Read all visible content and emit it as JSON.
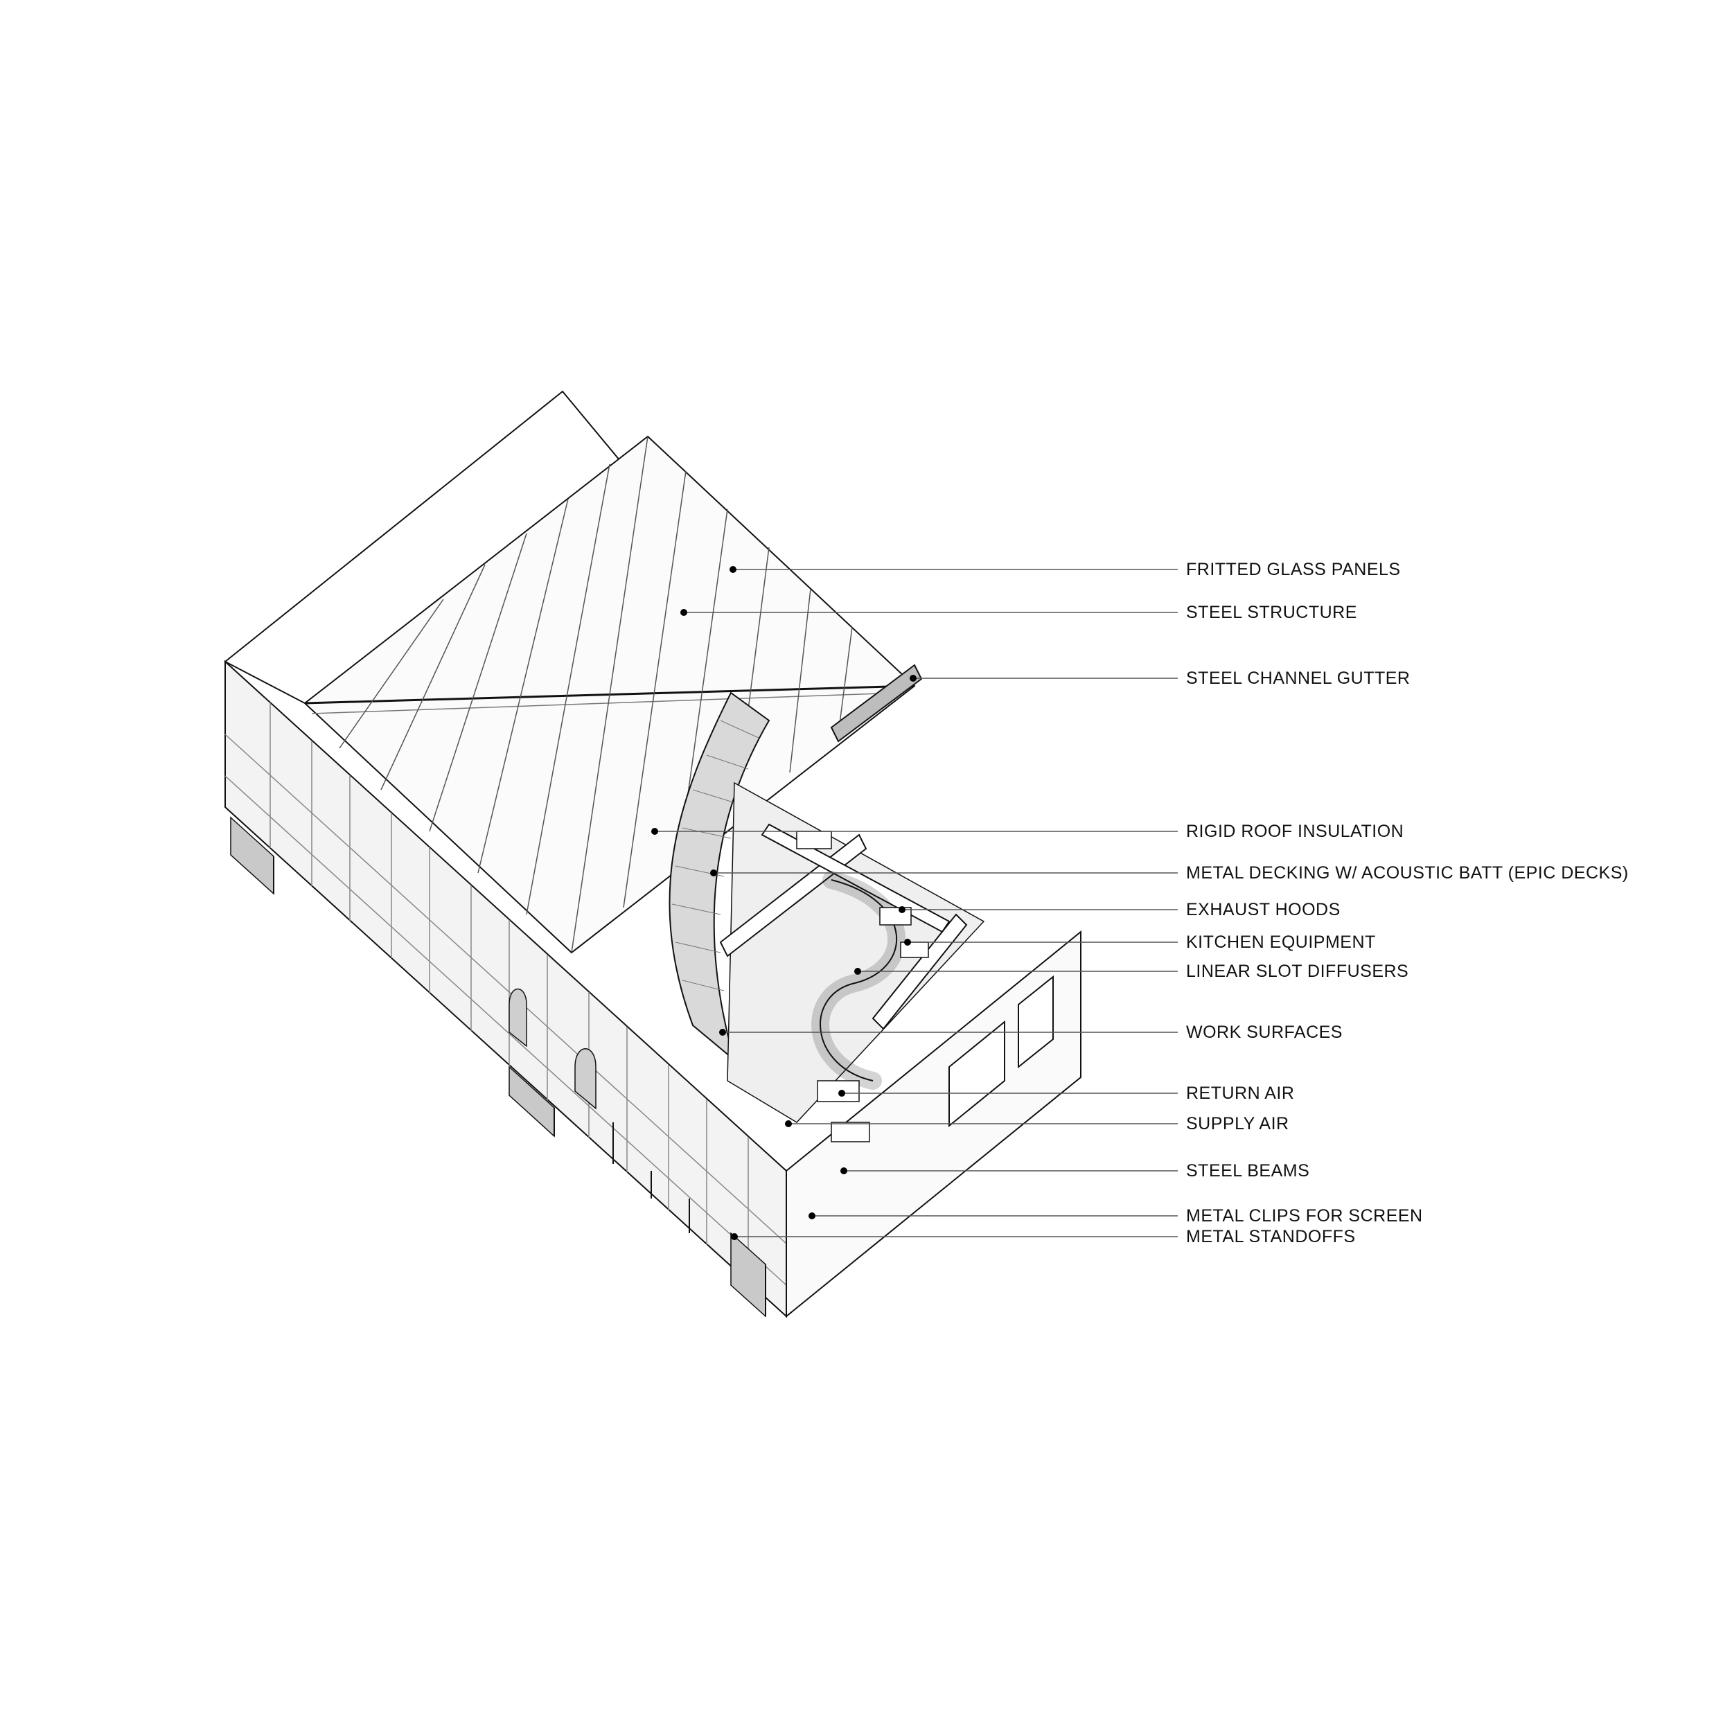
{
  "callouts": [
    {
      "id": "fritted-glass-panels",
      "label": "FRITTED GLASS PANELS"
    },
    {
      "id": "steel-structure",
      "label": "STEEL STRUCTURE"
    },
    {
      "id": "steel-channel-gutter",
      "label": "STEEL CHANNEL GUTTER"
    },
    {
      "id": "rigid-roof-insulation",
      "label": "RIGID ROOF INSULATION"
    },
    {
      "id": "metal-decking",
      "label": "METAL DECKING  W/ ACOUSTIC BATT (EPIC DECKS)"
    },
    {
      "id": "exhaust-hoods",
      "label": "EXHAUST HOODS"
    },
    {
      "id": "kitchen-equipment",
      "label": "KITCHEN EQUIPMENT"
    },
    {
      "id": "linear-slot-diffusers",
      "label": "LINEAR SLOT DIFFUSERS"
    },
    {
      "id": "work-surfaces",
      "label": "WORK SURFACES"
    },
    {
      "id": "return-air",
      "label": "RETURN AIR"
    },
    {
      "id": "supply-air",
      "label": "SUPPLY AIR"
    },
    {
      "id": "steel-beams",
      "label": "STEEL BEAMS"
    },
    {
      "id": "metal-clips-for-screen",
      "label": "METAL CLIPS FOR SCREEN"
    },
    {
      "id": "metal-standoffs",
      "label": "METAL STANDOFFS"
    }
  ],
  "colors": {
    "line": "#111111",
    "leader": "#555555",
    "glass_shade": "#e6e6e6",
    "shadow": "#bdbdbd"
  }
}
